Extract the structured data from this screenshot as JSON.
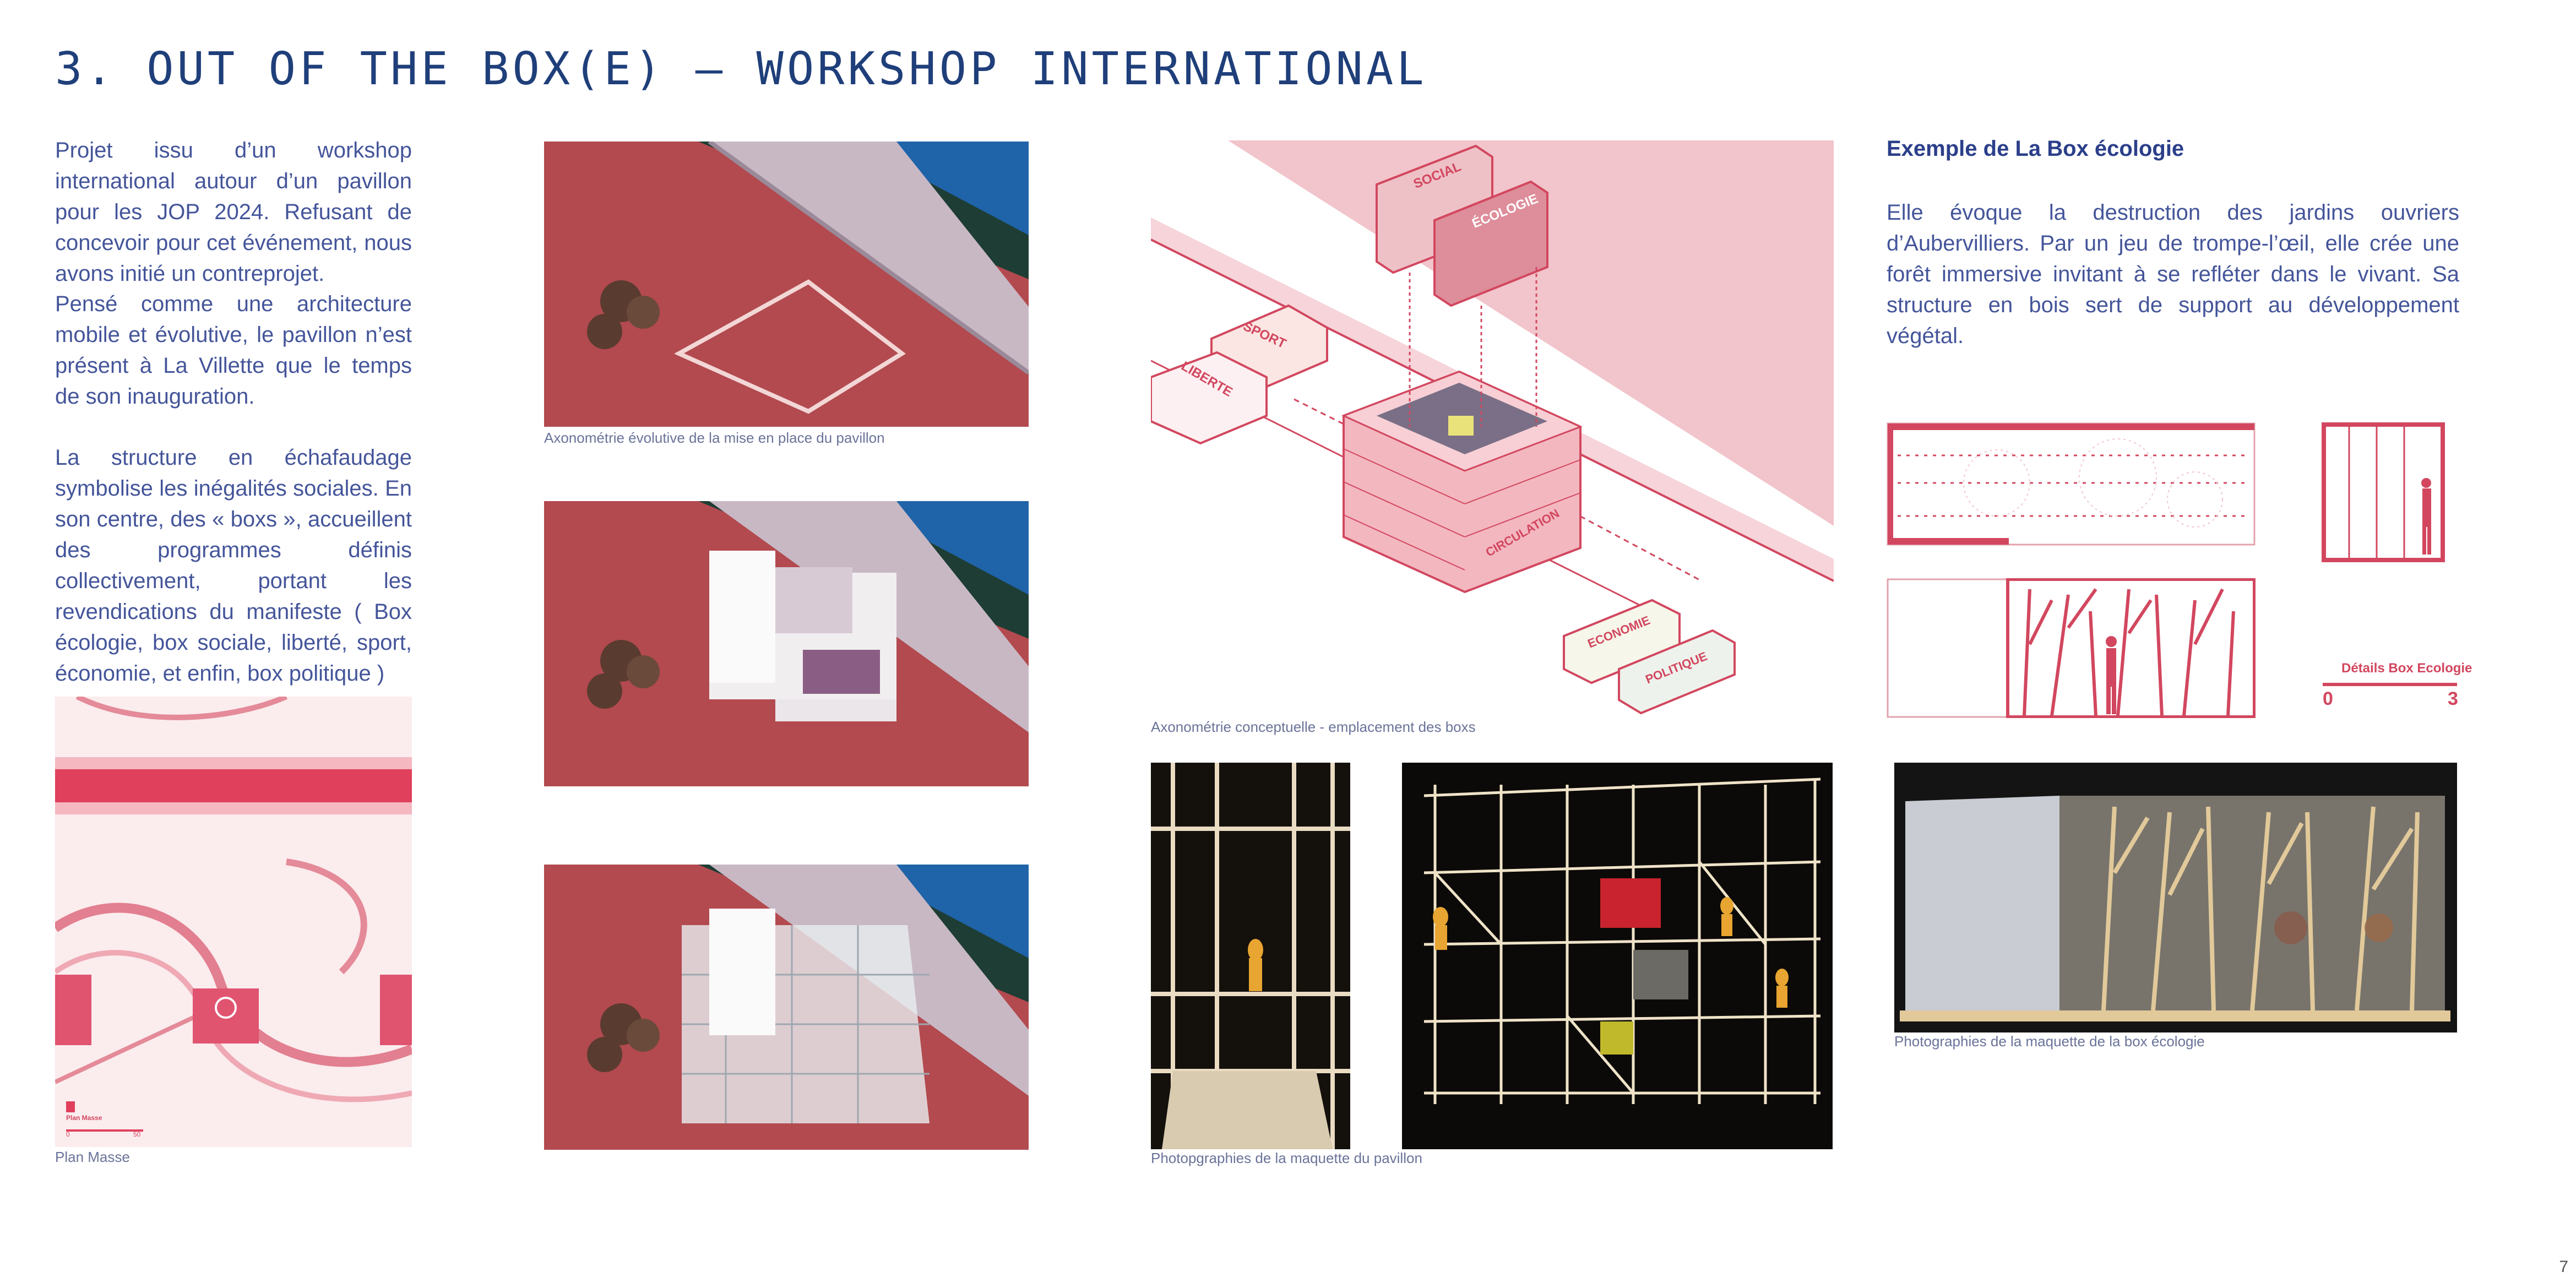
{
  "page": {
    "title": "3. OUT OF THE BOX(E) – WORKSHOP INTERNATIONAL",
    "page_number": "7"
  },
  "intro": {
    "p1": "Projet issu d’un workshop international autour d’un pavillon pour les JOP 2024. Refusant de concevoir pour cet événement, nous avons initié un contreprojet.",
    "p2": "Pensé comme une architecture mobile et évolutive, le pavillon n’est présent à La Villette que le temps de son inauguration.",
    "p3": "La structure en échafaudage symbolise les inégalités sociales. En son centre, des « boxs », accueillent des programmes définis collectivement, portant les revendications du manifeste ( Box écologie, box sociale, liberté, sport, économie, et enfin, box politique )"
  },
  "plan_masse": {
    "caption": "Plan Masse",
    "legend_label": "Plan Masse",
    "scale_start": "0",
    "scale_end": "50"
  },
  "axonometry_evolution": {
    "caption": "Axonométrie évolutive de la mise en place du pavillon"
  },
  "axonometry_concept": {
    "caption": "Axonométrie conceptuelle - emplacement des boxs",
    "boxes": {
      "social": "SOCIAL",
      "ecologie": "ÉCOLOGIE",
      "sport": "SPORT",
      "liberte": "LIBERTE",
      "circulation": "CIRCULATION",
      "economie": "ECONOMIE",
      "politique": "POLITIQUE"
    }
  },
  "model_photos": {
    "caption": "Photopgraphies de la maquette du pavillon"
  },
  "box_ecologie": {
    "title": "Exemple de La Box écologie",
    "text": "Elle évoque la destruction des jardins ouvriers d’Aubervilliers. Par un jeu de trompe-l’œil, elle crée une forêt immersive invitant à se refléter dans le vivant. Sa structure en bois sert de support au développement végétal.",
    "details_label": "Détails Box Ecologie",
    "scale_start": "0",
    "scale_end": "3",
    "photo_caption": "Photographies de la maquette de la box écologie"
  },
  "colors": {
    "accent_red": "#d2475f",
    "pink_light": "#f2c4cb",
    "brick": "#b24a4f",
    "water": "#1f63a8",
    "title_blue": "#1f3f7a"
  }
}
